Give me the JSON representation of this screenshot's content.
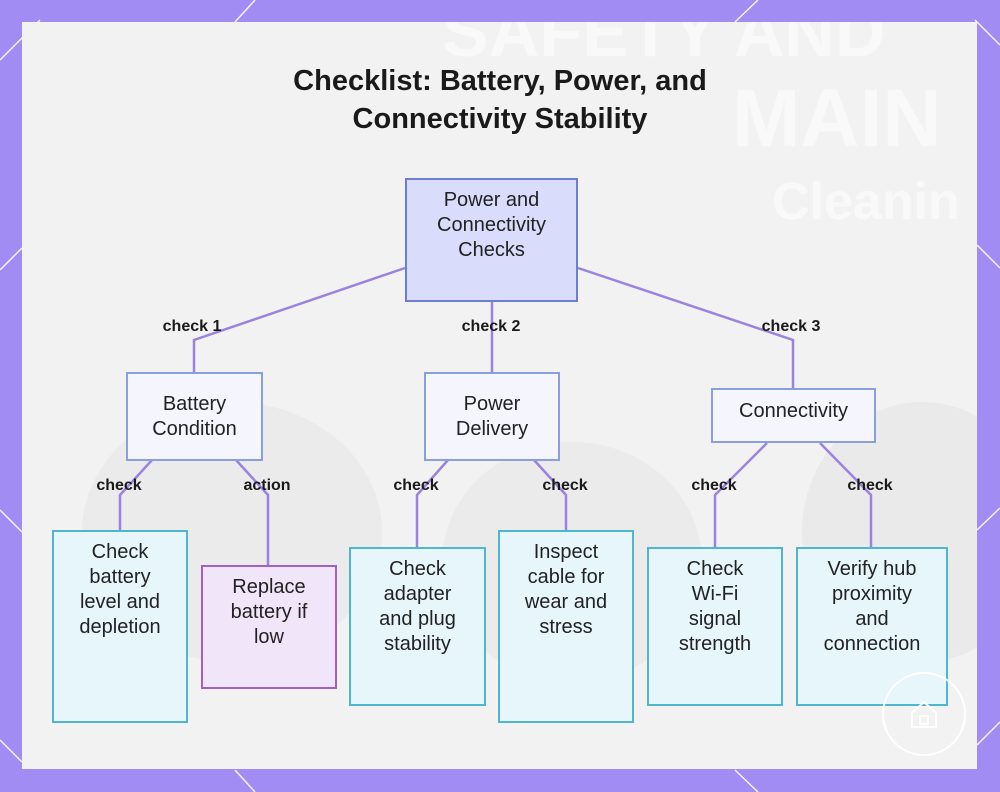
{
  "title_line1": "Checklist: Battery, Power, and",
  "title_line2": "Connectivity Stability",
  "watermark": {
    "line1": "SAFETY AND",
    "line2": "MAIN",
    "line3": "Cleanin"
  },
  "nodes": {
    "root": [
      "Power and",
      "Connectivity",
      "Checks"
    ],
    "battery_condition": [
      "Battery",
      "Condition"
    ],
    "power_delivery": [
      "Power",
      "Delivery"
    ],
    "connectivity": [
      "Connectivity"
    ],
    "check_battery_level": [
      "Check",
      "battery",
      "level and",
      "depletion"
    ],
    "replace_battery": [
      "Replace",
      "battery if",
      "low"
    ],
    "check_adapter": [
      "Check",
      "adapter",
      "and plug",
      "stability"
    ],
    "inspect_cable": [
      "Inspect",
      "cable for",
      "wear and",
      "stress"
    ],
    "check_wifi": [
      "Check",
      "Wi-Fi",
      "signal",
      "strength"
    ],
    "verify_hub": [
      "Verify hub",
      "proximity",
      "and",
      "connection"
    ]
  },
  "edges": {
    "check1": "check 1",
    "check2": "check 2",
    "check3": "check 3",
    "battery_check": "check",
    "battery_action": "action",
    "power_check_a": "check",
    "power_check_b": "check",
    "conn_check_a": "check",
    "conn_check_b": "check"
  },
  "colors": {
    "frame": "#a08cf2",
    "connector": "#9b82e0",
    "root_fill": "#d9dcfb",
    "leaf_border": "#4fb6d0",
    "action_border": "#a35fc8"
  },
  "icons": {
    "badge": "home-icon"
  }
}
